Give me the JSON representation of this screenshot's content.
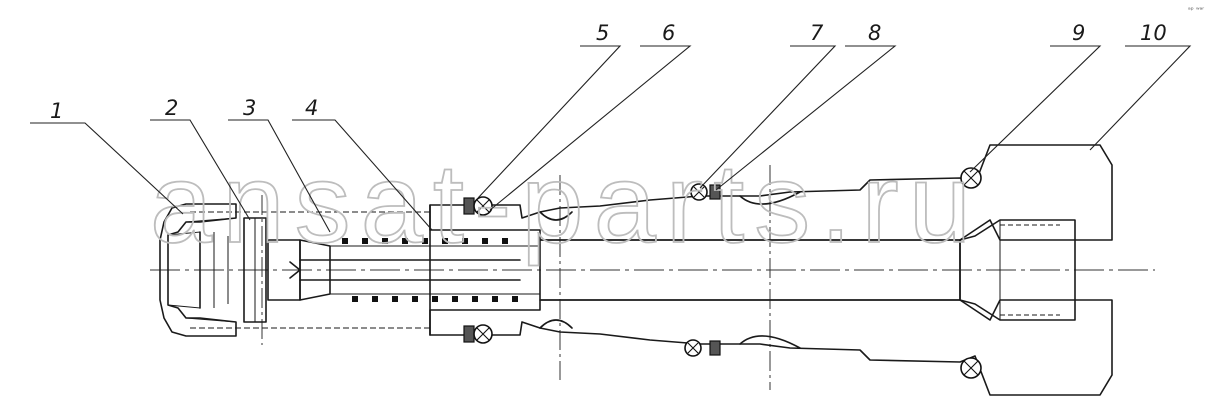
{
  "watermark": "ansat-parts.ru",
  "corner_mark": "ᵃᵖ ʷᵃʳ",
  "callouts": [
    {
      "id": "c1",
      "label": "1"
    },
    {
      "id": "c2",
      "label": "2"
    },
    {
      "id": "c3",
      "label": "3"
    },
    {
      "id": "c4",
      "label": "4"
    },
    {
      "id": "c5",
      "label": "5"
    },
    {
      "id": "c6",
      "label": "6"
    },
    {
      "id": "c7",
      "label": "7"
    },
    {
      "id": "c8",
      "label": "8"
    },
    {
      "id": "c9",
      "label": "9"
    },
    {
      "id": "c10",
      "label": "10"
    }
  ]
}
